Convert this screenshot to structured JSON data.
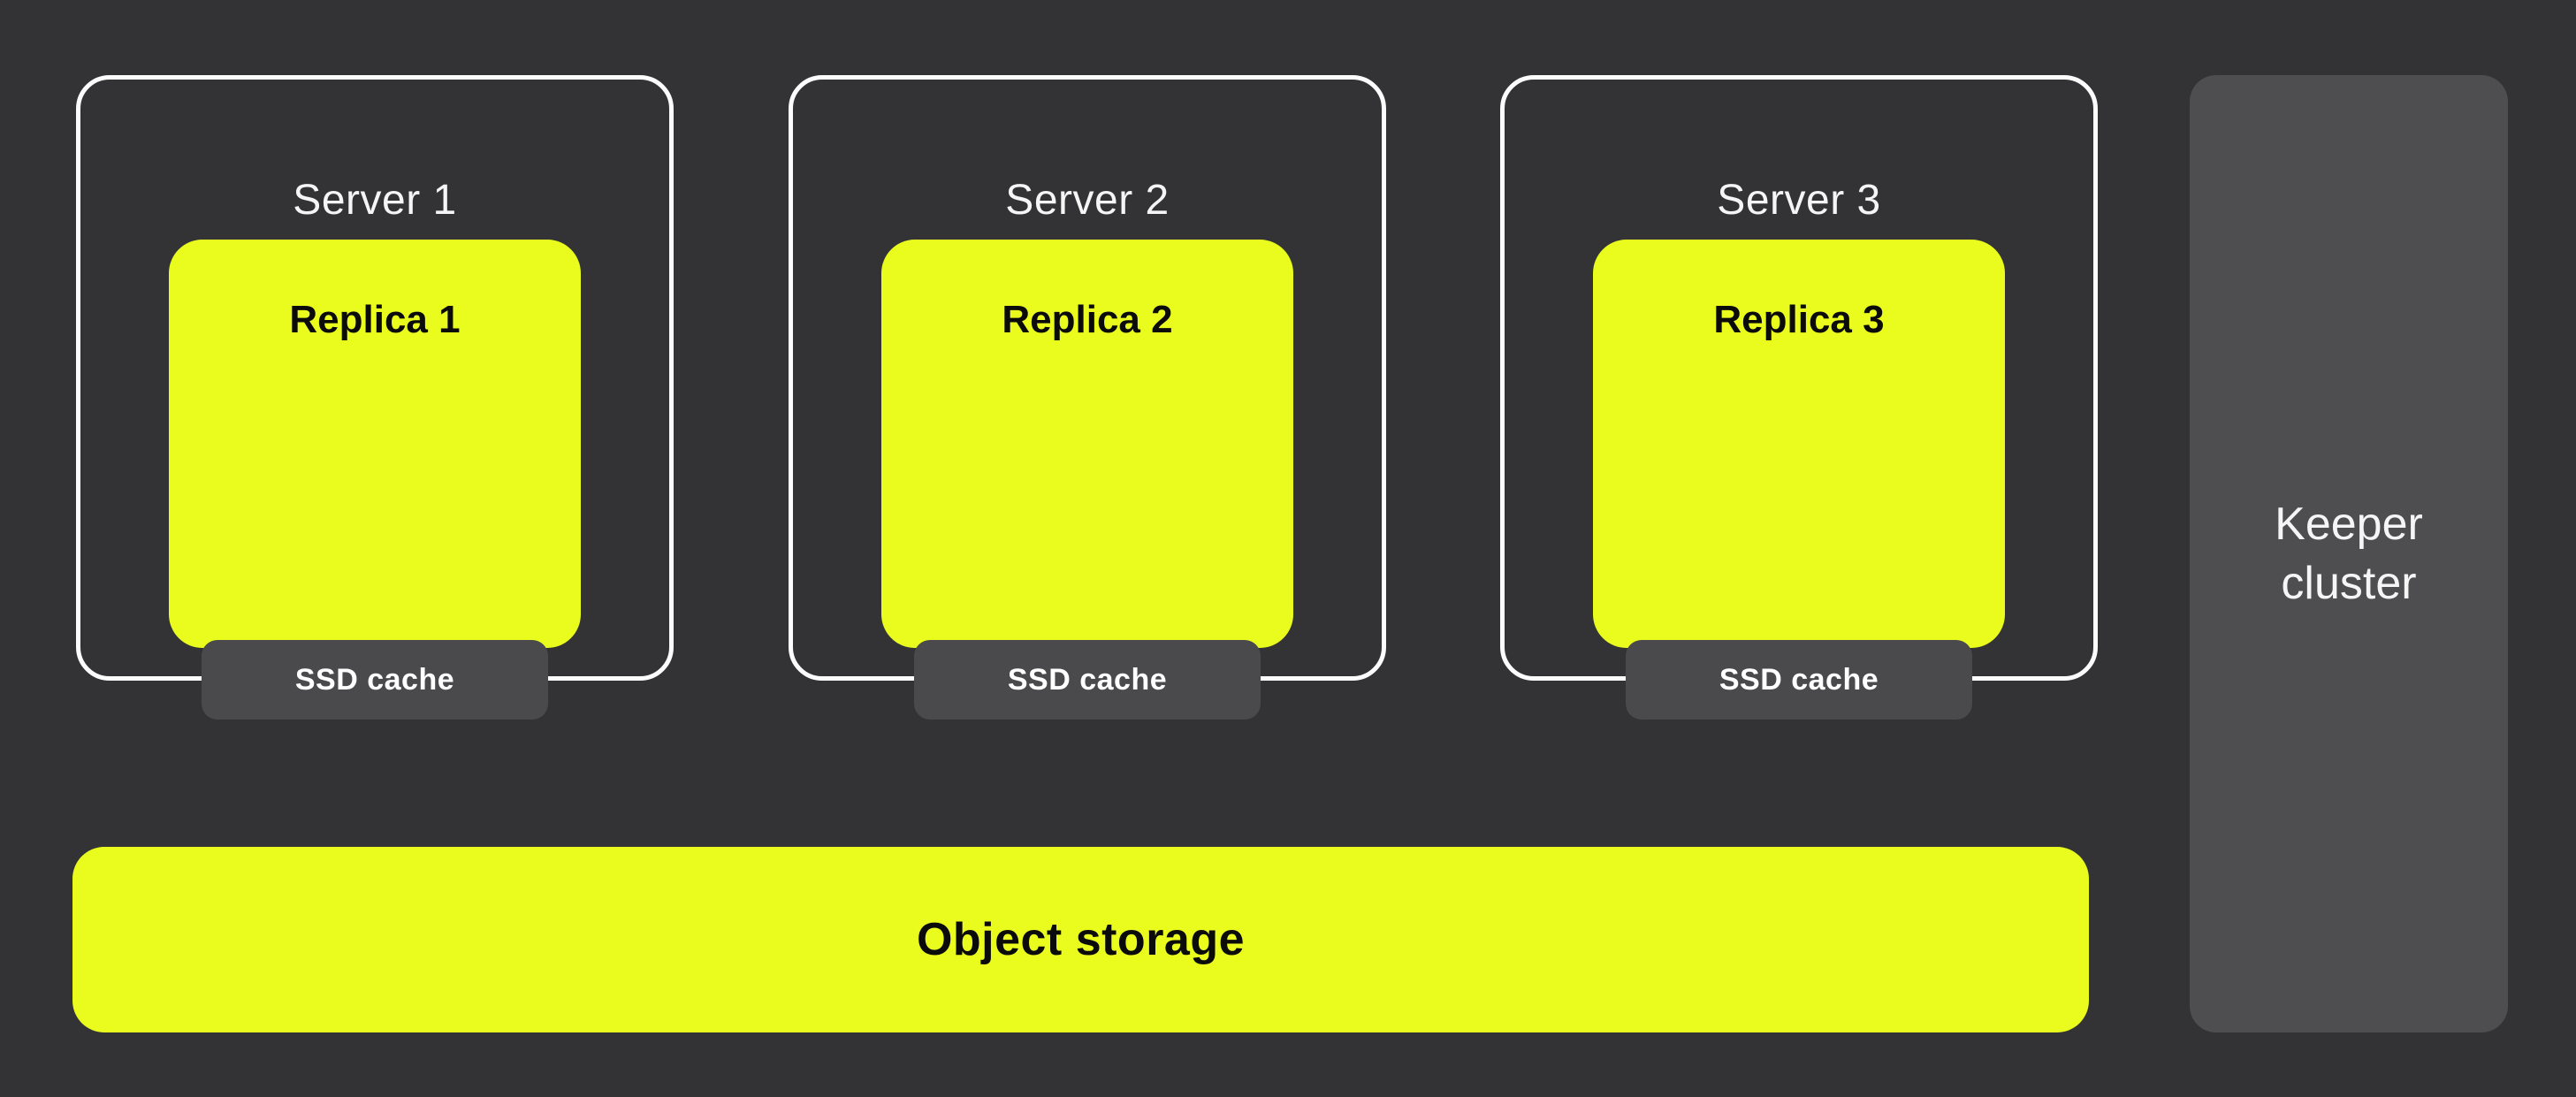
{
  "colors": {
    "background": "#333336",
    "accent-yellow": "#E9FC1D",
    "panel-gray": "#4E4E51",
    "badge-gray": "#4A4A4D",
    "border-white": "#FCFCFC",
    "text-light": "#F5F5F5",
    "text-dark": "#0B0B0B"
  },
  "servers": [
    {
      "title": "Server 1",
      "replica_label": "Replica 1",
      "cache_label": "SSD cache"
    },
    {
      "title": "Server 2",
      "replica_label": "Replica 2",
      "cache_label": "SSD cache"
    },
    {
      "title": "Server 3",
      "replica_label": "Replica 3",
      "cache_label": "SSD cache"
    }
  ],
  "keeper": {
    "label": "Keeper cluster"
  },
  "object_storage": {
    "label": "Object storage"
  }
}
